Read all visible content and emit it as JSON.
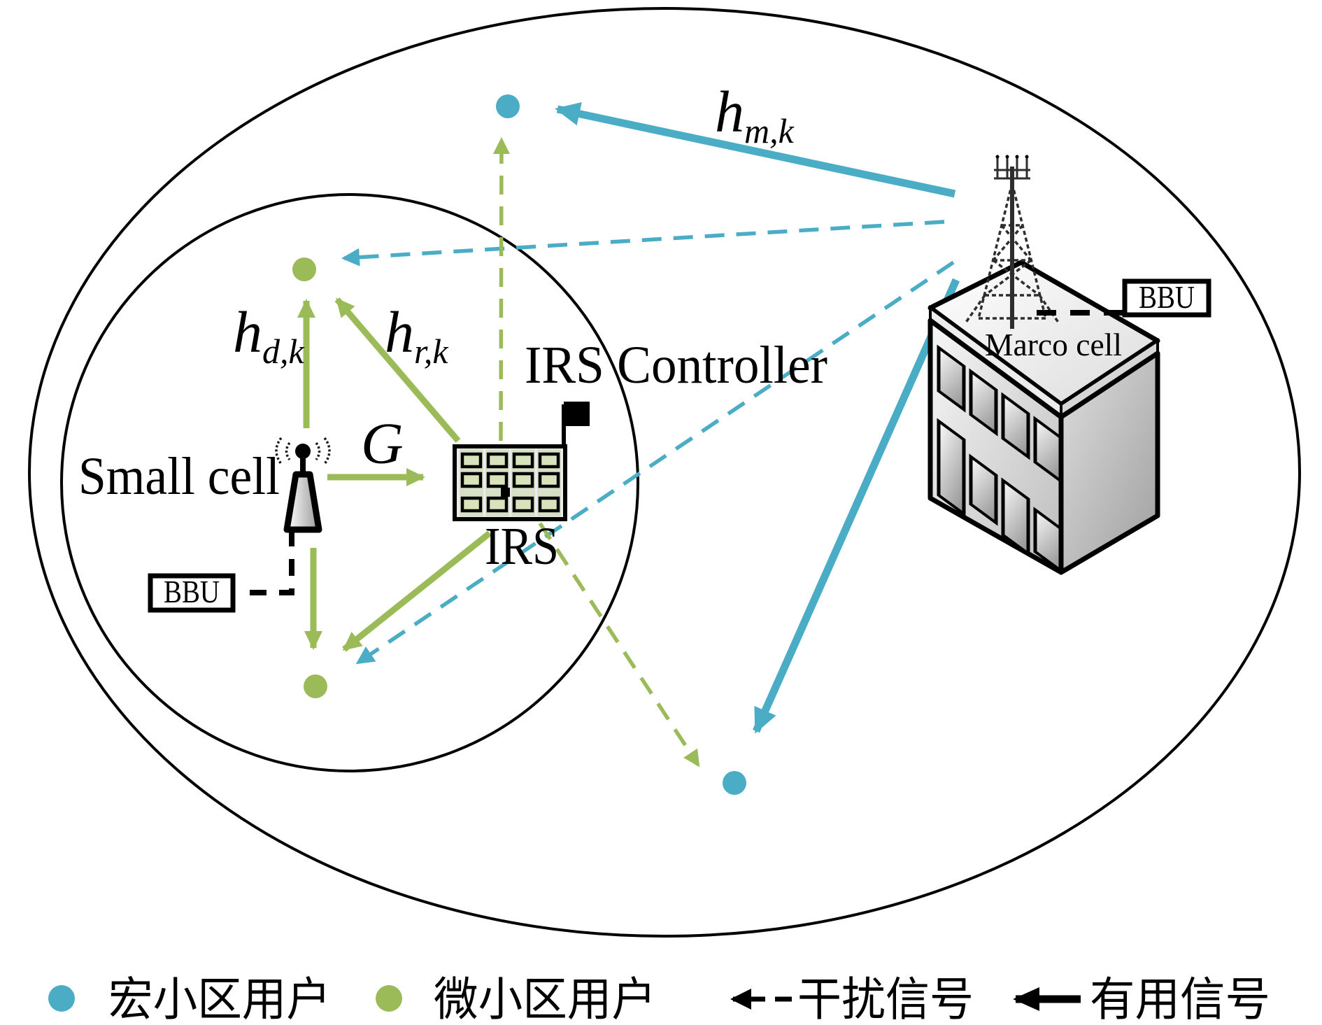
{
  "figure": {
    "labels": {
      "small_cell": "Small cell",
      "macro_cell": "Marco cell",
      "irs": "IRS",
      "irs_controller": "IRS Controller",
      "bbu_small": "BBU",
      "bbu_macro": "BBU"
    },
    "channels": {
      "g": {
        "base": "G",
        "sub": ""
      },
      "h_dk": {
        "base": "h",
        "sub": "d,k"
      },
      "h_rk": {
        "base": "h",
        "sub": "r,k"
      },
      "h_mk": {
        "base": "h",
        "sub": "m,k"
      }
    },
    "legend": {
      "macro_user_label": "宏小区用户",
      "micro_user_label": "微小区用户",
      "interference_label": "干扰信号",
      "useful_label": "有用信号"
    },
    "colors": {
      "macro_signal_blue": "#4bacc6",
      "small_signal_green": "#9bbb59",
      "outline_black": "#000000",
      "irs_cell_green": "#d9e3bb"
    }
  }
}
